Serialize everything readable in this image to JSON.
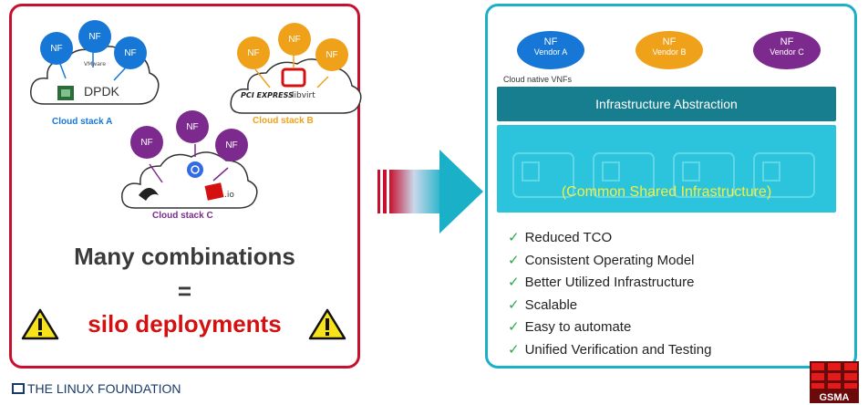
{
  "left": {
    "nf_label": "NF",
    "stack_a": {
      "label": "Cloud stack A",
      "color": "#1677d6",
      "logos": [
        "VMware",
        "DPDK"
      ]
    },
    "stack_b": {
      "label": "Cloud stack B",
      "color": "#f0a11a",
      "logos": [
        "PCI EXPRESS",
        "libvirt"
      ]
    },
    "stack_c": {
      "label": "Cloud stack C",
      "color": "#7d2a8f",
      "logos": [
        "kubernetes",
        ".io"
      ]
    },
    "headline": "Many combinations",
    "equals": "=",
    "silo": "silo deployments",
    "border_color": "#c8102e"
  },
  "right": {
    "vendors": [
      {
        "nf": "NF",
        "name": "Vendor A",
        "color": "#1677d6"
      },
      {
        "nf": "NF",
        "name": "Vendor B",
        "color": "#f0a11a"
      },
      {
        "nf": "NF",
        "name": "Vendor C",
        "color": "#7d2a8f"
      }
    ],
    "cloud_native": "Cloud native VNFs",
    "abstraction": "Infrastructure Abstraction",
    "common": "(Common Shared Infrastructure)",
    "benefits": [
      "Reduced TCO",
      "Consistent Operating Model",
      "Better Utilized Infrastructure",
      "Scalable",
      "Easy to automate",
      "Unified Verification and Testing"
    ],
    "check_icon": "check-icon",
    "border_color": "#1ab0c8"
  },
  "footer": {
    "lf_logo_text": "THE LINUX FOUNDATION",
    "lf_logo_bold": "LINUX",
    "gsma_logo_text": "GSMA"
  }
}
